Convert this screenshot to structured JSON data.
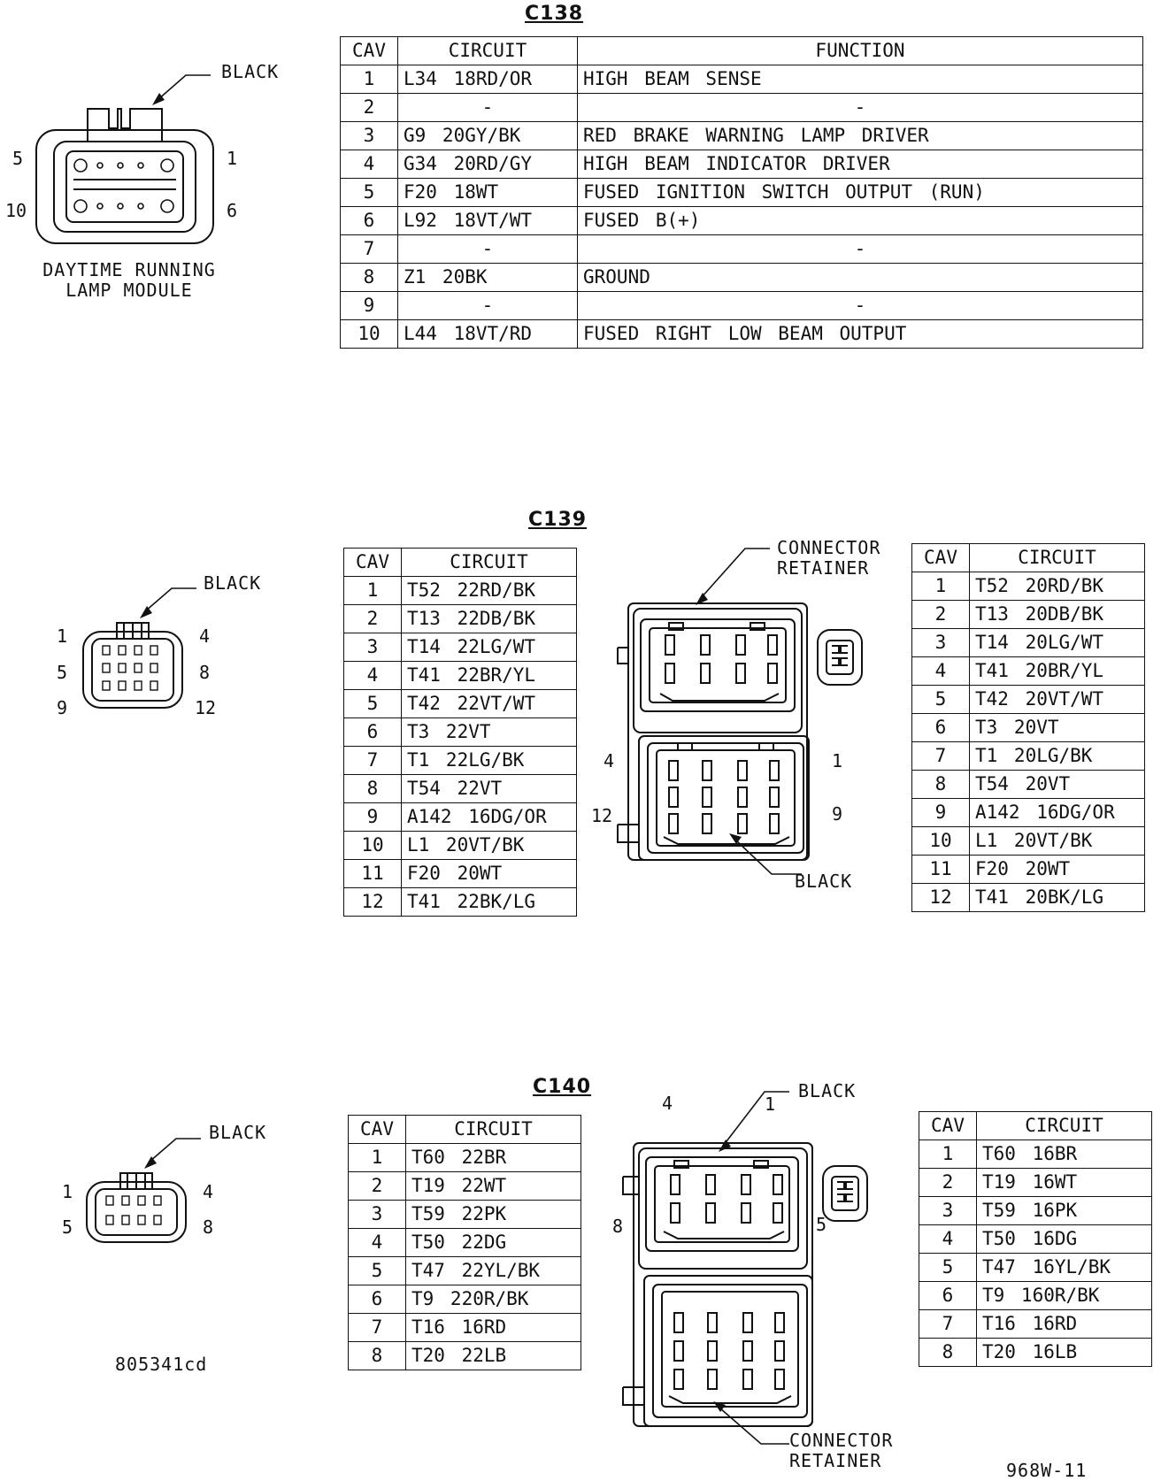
{
  "c138": {
    "title": "C138",
    "headers": [
      "CAV",
      "CIRCUIT",
      "FUNCTION"
    ],
    "rows": [
      {
        "cav": "1",
        "circuit": "L34 18RD/OR",
        "function": "HIGH BEAM SENSE"
      },
      {
        "cav": "2",
        "circuit": "-",
        "function": "-"
      },
      {
        "cav": "3",
        "circuit": "G9 20GY/BK",
        "function": "RED BRAKE WARNING LAMP DRIVER"
      },
      {
        "cav": "4",
        "circuit": "G34 20RD/GY",
        "function": "HIGH BEAM INDICATOR DRIVER"
      },
      {
        "cav": "5",
        "circuit": "F20 18WT",
        "function": "FUSED IGNITION SWITCH OUTPUT (RUN)"
      },
      {
        "cav": "6",
        "circuit": "L92 18VT/WT",
        "function": "FUSED B(+)"
      },
      {
        "cav": "7",
        "circuit": "-",
        "function": "-"
      },
      {
        "cav": "8",
        "circuit": "Z1 20BK",
        "function": "GROUND"
      },
      {
        "cav": "9",
        "circuit": "-",
        "function": "-"
      },
      {
        "cav": "10",
        "circuit": "L44 18VT/RD",
        "function": "FUSED RIGHT LOW BEAM OUTPUT"
      }
    ],
    "connector_color": "BLACK",
    "pins": [
      "5",
      "1",
      "10",
      "6"
    ],
    "module_label": "DAYTIME RUNNING\nLAMP MODULE"
  },
  "c139": {
    "title": "C139",
    "headers": [
      "CAV",
      "CIRCUIT"
    ],
    "left_rows": [
      {
        "cav": "1",
        "circuit": "T52 22RD/BK"
      },
      {
        "cav": "2",
        "circuit": "T13 22DB/BK"
      },
      {
        "cav": "3",
        "circuit": "T14 22LG/WT"
      },
      {
        "cav": "4",
        "circuit": "T41 22BR/YL"
      },
      {
        "cav": "5",
        "circuit": "T42 22VT/WT"
      },
      {
        "cav": "6",
        "circuit": "T3 22VT"
      },
      {
        "cav": "7",
        "circuit": "T1 22LG/BK"
      },
      {
        "cav": "8",
        "circuit": "T54 22VT"
      },
      {
        "cav": "9",
        "circuit": "A142 16DG/OR"
      },
      {
        "cav": "10",
        "circuit": "L1 20VT/BK"
      },
      {
        "cav": "11",
        "circuit": "F20 20WT"
      },
      {
        "cav": "12",
        "circuit": "T41 22BK/LG"
      }
    ],
    "right_rows": [
      {
        "cav": "1",
        "circuit": "T52 20RD/BK"
      },
      {
        "cav": "2",
        "circuit": "T13 20DB/BK"
      },
      {
        "cav": "3",
        "circuit": "T14 20LG/WT"
      },
      {
        "cav": "4",
        "circuit": "T41 20BR/YL"
      },
      {
        "cav": "5",
        "circuit": "T42 20VT/WT"
      },
      {
        "cav": "6",
        "circuit": "T3 20VT"
      },
      {
        "cav": "7",
        "circuit": "T1 20LG/BK"
      },
      {
        "cav": "8",
        "circuit": "T54 20VT"
      },
      {
        "cav": "9",
        "circuit": "A142 16DG/OR"
      },
      {
        "cav": "10",
        "circuit": "L1 20VT/BK"
      },
      {
        "cav": "11",
        "circuit": "F20 20WT"
      },
      {
        "cav": "12",
        "circuit": "T41 20BK/LG"
      }
    ],
    "connector_color": "BLACK",
    "retainer_label": "CONNECTOR\nRETAINER",
    "small_pins": [
      "1",
      "4",
      "5",
      "8",
      "9",
      "12"
    ],
    "large_pins": [
      "4",
      "1",
      "12",
      "9"
    ]
  },
  "c140": {
    "title": "C140",
    "headers": [
      "CAV",
      "CIRCUIT"
    ],
    "left_rows": [
      {
        "cav": "1",
        "circuit": "T60 22BR"
      },
      {
        "cav": "2",
        "circuit": "T19 22WT"
      },
      {
        "cav": "3",
        "circuit": "T59 22PK"
      },
      {
        "cav": "4",
        "circuit": "T50 22DG"
      },
      {
        "cav": "5",
        "circuit": "T47 22YL/BK"
      },
      {
        "cav": "6",
        "circuit": "T9 220R/BK"
      },
      {
        "cav": "7",
        "circuit": "T16 16RD"
      },
      {
        "cav": "8",
        "circuit": "T20 22LB"
      }
    ],
    "right_rows": [
      {
        "cav": "1",
        "circuit": "T60 16BR"
      },
      {
        "cav": "2",
        "circuit": "T19 16WT"
      },
      {
        "cav": "3",
        "circuit": "T59 16PK"
      },
      {
        "cav": "4",
        "circuit": "T50 16DG"
      },
      {
        "cav": "5",
        "circuit": "T47 16YL/BK"
      },
      {
        "cav": "6",
        "circuit": "T9 160R/BK"
      },
      {
        "cav": "7",
        "circuit": "T16 16RD"
      },
      {
        "cav": "8",
        "circuit": "T20 16LB"
      }
    ],
    "connector_color": "BLACK",
    "retainer_label": "CONNECTOR\nRETAINER",
    "small_pins": [
      "1",
      "4",
      "5",
      "8"
    ],
    "large_pins": [
      "4",
      "1",
      "8",
      "5"
    ]
  },
  "footer": {
    "left_code": "805341cd",
    "right_code": "968W-11"
  }
}
